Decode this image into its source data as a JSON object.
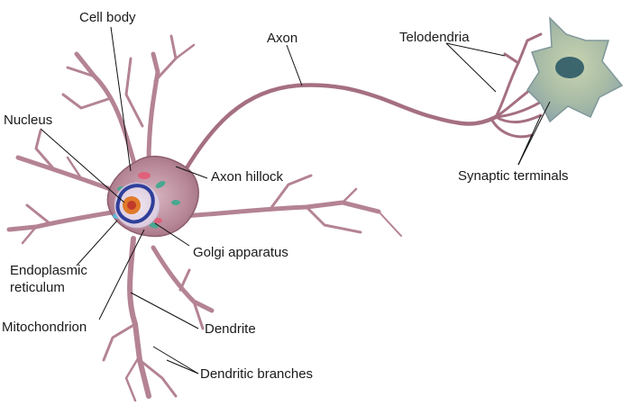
{
  "labels": {
    "cell_body": "Cell body",
    "axon": "Axon",
    "telodendria": "Telodendria",
    "nucleus": "Nucleus",
    "axon_hillock": "Axon hillock",
    "synaptic_terminals": "Synaptic terminals",
    "golgi_apparatus": "Golgi apparatus",
    "endoplasmic_reticulum_line1": "Endoplasmic",
    "endoplasmic_reticulum_line2": "reticulum",
    "mitochondrion": "Mitochondrion",
    "dendrite": "Dendrite",
    "dendritic_branches": "Dendritic branches"
  },
  "colors": {
    "neuron_fill": "#b88a98",
    "neuron_stroke": "#8d5e6e",
    "axon": "#a56f82",
    "nucleus_blue": "#2f3f9a",
    "nucleolus_orange": "#e07a2a",
    "target_cell": "#9fb5a3",
    "target_nucleus": "#2e5a66",
    "leader_line": "#111111"
  }
}
